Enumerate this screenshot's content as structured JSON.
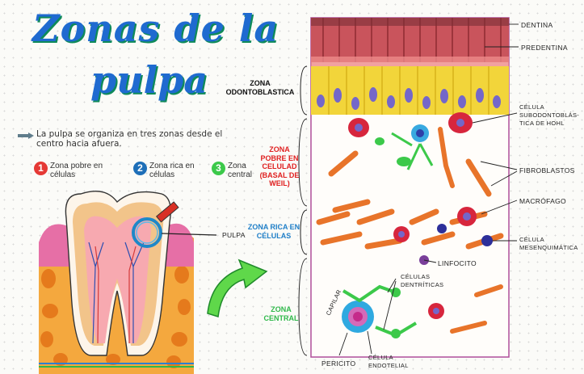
{
  "title": {
    "line1": "Zonas de la",
    "line2": "pulpa"
  },
  "intro": "La pulpa se organiza en tres zonas desde el centro hacia afuera.",
  "zones": [
    {
      "num": "1",
      "text": "Zona pobre en células",
      "color": "#e53935"
    },
    {
      "num": "2",
      "text": "Zona rica en células",
      "color": "#1e6fb8"
    },
    {
      "num": "3",
      "text": "Zona central",
      "color": "#3cc94a"
    }
  ],
  "tooth_label": "PULPA",
  "layer_labels": {
    "odontoblastica": "ZONA ODONTOBLASTICA",
    "pobre": "ZONA POBRE EN CELULAD (BASAL DE WEIL)",
    "rica": "ZONA RICA EN CÉLULAS",
    "central": "ZONA CENTRAL"
  },
  "cell_labels": {
    "dentina": "DENTINA",
    "predentina": "PREDENTINA",
    "subodonto": "CÉLULA SUBODONTOBLÁS- TICA DE HOHL",
    "fibroblastos": "FIBROBLASTOS",
    "macrofago": "MACRÓFAGO",
    "mesenquimatica": "CÉLULA MESENQUIMÁTICA",
    "linfocito": "LINFOCITO",
    "dendriticas": "CÉLULAS DENTRÍTICAS",
    "capilar": "CAPILAR",
    "pericito": "PERICITO",
    "endotelial": "CÉLULA ENDOTELIAL"
  },
  "colors": {
    "red_zone": "#e02020",
    "blue_zone": "#1f7fc8",
    "green_zone": "#2fb84a",
    "dentin": "#c8505a",
    "odontoblast": "#f0d020",
    "fibroblast": "#e8742a",
    "title": "#1f6ad0"
  }
}
